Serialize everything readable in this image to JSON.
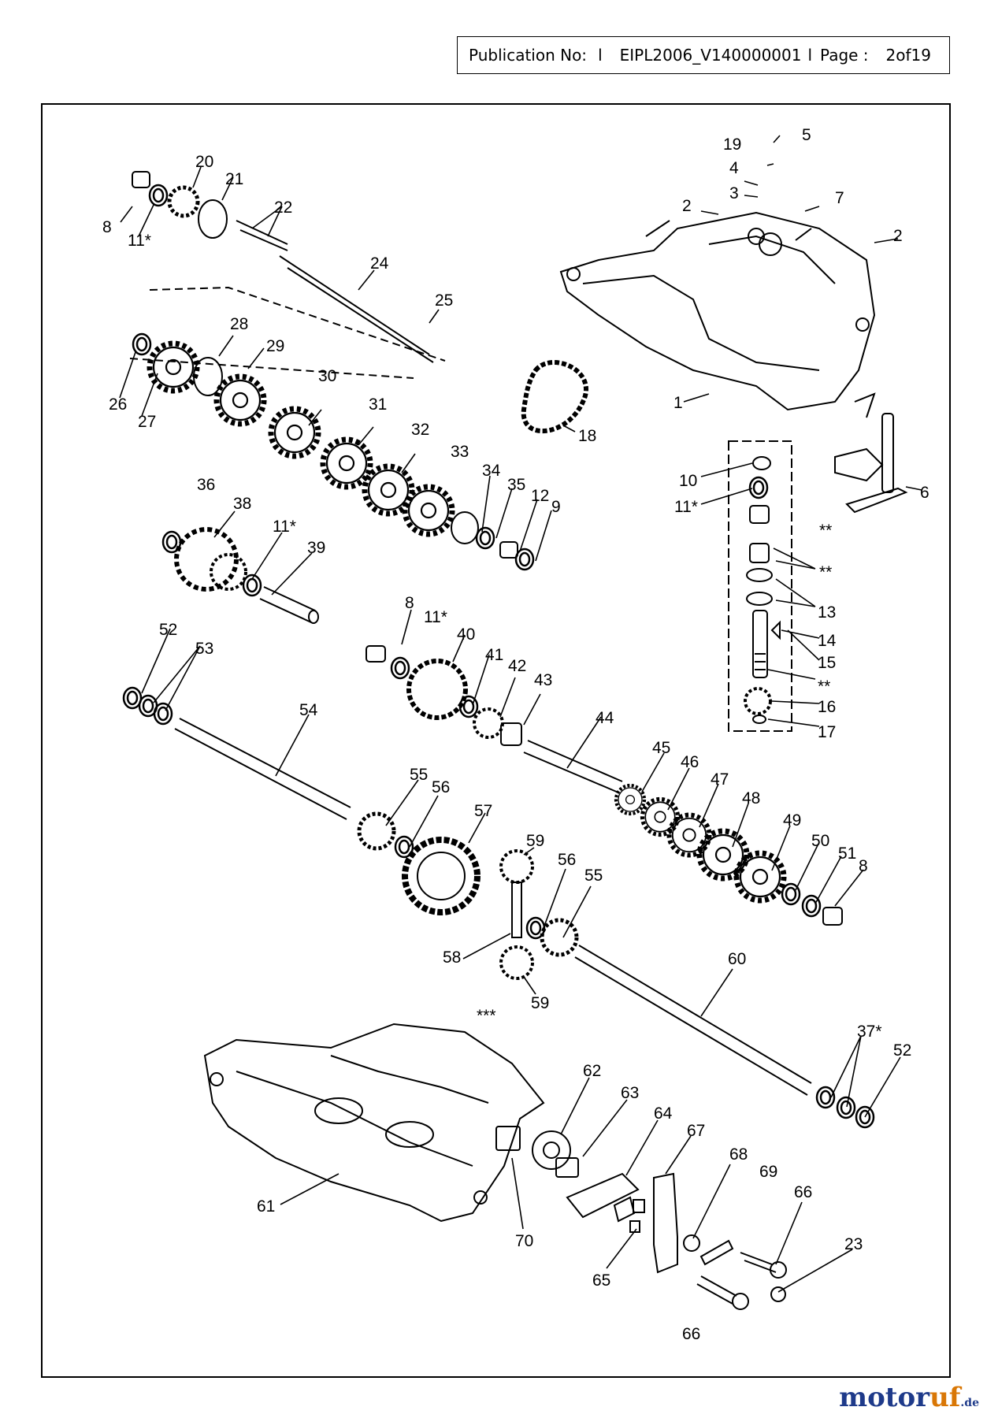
{
  "header": {
    "pub_label": "Publication No:",
    "sep1": "l",
    "pub_number": "EIPL2006_V140000001",
    "sep2": "l",
    "page_label": "Page :",
    "page_value": "2of19"
  },
  "brand": {
    "name_main": "motor",
    "name_accent": "uf",
    "suffix": ".de"
  },
  "colors": {
    "line": "#000000",
    "brand_blue": "#1e3a8a",
    "brand_orange": "#d97706"
  },
  "callouts": [
    {
      "id": "c5",
      "text": "5"
    },
    {
      "id": "c19",
      "text": "19"
    },
    {
      "id": "c4",
      "text": "4"
    },
    {
      "id": "c3",
      "text": "3"
    },
    {
      "id": "c7",
      "text": "7"
    },
    {
      "id": "c2a",
      "text": "2"
    },
    {
      "id": "c2b",
      "text": "2"
    },
    {
      "id": "c1",
      "text": "1"
    },
    {
      "id": "c20",
      "text": "20"
    },
    {
      "id": "c21",
      "text": "21"
    },
    {
      "id": "c22",
      "text": "22"
    },
    {
      "id": "c8a",
      "text": "8"
    },
    {
      "id": "c11a",
      "text": "11*"
    },
    {
      "id": "c24",
      "text": "24"
    },
    {
      "id": "c25",
      "text": "25"
    },
    {
      "id": "c28",
      "text": "28"
    },
    {
      "id": "c29",
      "text": "29"
    },
    {
      "id": "c30",
      "text": "30"
    },
    {
      "id": "c26",
      "text": "26"
    },
    {
      "id": "c27",
      "text": "27"
    },
    {
      "id": "c31",
      "text": "31"
    },
    {
      "id": "c32",
      "text": "32"
    },
    {
      "id": "c18",
      "text": "18"
    },
    {
      "id": "c33",
      "text": "33"
    },
    {
      "id": "c34",
      "text": "34"
    },
    {
      "id": "c35",
      "text": "35"
    },
    {
      "id": "c12",
      "text": "12"
    },
    {
      "id": "c9",
      "text": "9"
    },
    {
      "id": "c36",
      "text": "36"
    },
    {
      "id": "c38",
      "text": "38"
    },
    {
      "id": "c11b",
      "text": "11*"
    },
    {
      "id": "c39",
      "text": "39"
    },
    {
      "id": "c10",
      "text": "10"
    },
    {
      "id": "c11c",
      "text": "11*"
    },
    {
      "id": "c6",
      "text": "6"
    },
    {
      "id": "cst1",
      "text": "**"
    },
    {
      "id": "cst2",
      "text": "**"
    },
    {
      "id": "c13",
      "text": "13"
    },
    {
      "id": "c14",
      "text": "14"
    },
    {
      "id": "c15",
      "text": "15"
    },
    {
      "id": "cst3",
      "text": "**"
    },
    {
      "id": "c16",
      "text": "16"
    },
    {
      "id": "c17",
      "text": "17"
    },
    {
      "id": "c8b",
      "text": "8"
    },
    {
      "id": "c11d",
      "text": "11*"
    },
    {
      "id": "c40",
      "text": "40"
    },
    {
      "id": "c41",
      "text": "41"
    },
    {
      "id": "c42",
      "text": "42"
    },
    {
      "id": "c43",
      "text": "43"
    },
    {
      "id": "c52a",
      "text": "52"
    },
    {
      "id": "c53",
      "text": "53"
    },
    {
      "id": "c54",
      "text": "54"
    },
    {
      "id": "c44",
      "text": "44"
    },
    {
      "id": "c45",
      "text": "45"
    },
    {
      "id": "c46",
      "text": "46"
    },
    {
      "id": "c47",
      "text": "47"
    },
    {
      "id": "c48",
      "text": "48"
    },
    {
      "id": "c49",
      "text": "49"
    },
    {
      "id": "c50",
      "text": "50"
    },
    {
      "id": "c51",
      "text": "51"
    },
    {
      "id": "c8c",
      "text": "8"
    },
    {
      "id": "c55a",
      "text": "55"
    },
    {
      "id": "c56a",
      "text": "56"
    },
    {
      "id": "c57",
      "text": "57"
    },
    {
      "id": "c59a",
      "text": "59"
    },
    {
      "id": "c56b",
      "text": "56"
    },
    {
      "id": "c55b",
      "text": "55"
    },
    {
      "id": "c58",
      "text": "58"
    },
    {
      "id": "c59b",
      "text": "59"
    },
    {
      "id": "cst4",
      "text": "***"
    },
    {
      "id": "c60",
      "text": "60"
    },
    {
      "id": "c37",
      "text": "37*"
    },
    {
      "id": "c52b",
      "text": "52"
    },
    {
      "id": "c62",
      "text": "62"
    },
    {
      "id": "c63",
      "text": "63"
    },
    {
      "id": "c64",
      "text": "64"
    },
    {
      "id": "c67",
      "text": "67"
    },
    {
      "id": "c68",
      "text": "68"
    },
    {
      "id": "c69",
      "text": "69"
    },
    {
      "id": "c66a",
      "text": "66"
    },
    {
      "id": "c23",
      "text": "23"
    },
    {
      "id": "c61",
      "text": "61"
    },
    {
      "id": "c70",
      "text": "70"
    },
    {
      "id": "c65",
      "text": "65"
    },
    {
      "id": "c66b",
      "text": "66"
    }
  ]
}
